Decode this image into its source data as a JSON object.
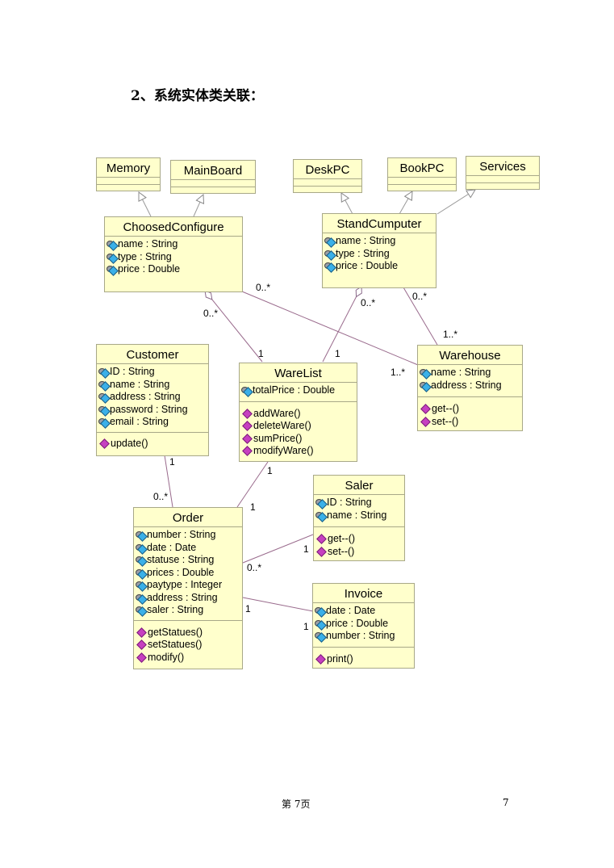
{
  "heading": "2、系统实体类关联：",
  "classes": {
    "memory": {
      "name": "Memory"
    },
    "mainboard": {
      "name": "MainBoard"
    },
    "deskpc": {
      "name": "DeskPC"
    },
    "bookpc": {
      "name": "BookPC"
    },
    "services": {
      "name": "Services"
    },
    "choosedconfigure": {
      "name": "ChoosedConfigure",
      "attributes": [
        "name : String",
        "type : String",
        "price : Double"
      ]
    },
    "standcumputer": {
      "name": "StandCumputer",
      "attributes": [
        "name : String",
        "type : String",
        "price : Double"
      ]
    },
    "customer": {
      "name": "Customer",
      "attributes": [
        "ID : String",
        "name : String",
        "address : String",
        "password : String",
        "email : String"
      ],
      "operations": [
        "update()"
      ]
    },
    "warelist": {
      "name": "WareList",
      "attributes": [
        "totalPrice : Double"
      ],
      "operations": [
        "addWare()",
        "deleteWare()",
        "sumPrice()",
        "modifyWare()"
      ]
    },
    "warehouse": {
      "name": "Warehouse",
      "attributes": [
        "name : String",
        "address : String"
      ],
      "operations": [
        "get--()",
        "set--()"
      ]
    },
    "order": {
      "name": "Order",
      "attributes": [
        "number : String",
        "date : Date",
        "statuse : String",
        "prices : Double",
        "paytype : Integer",
        "address : String",
        "saler : String"
      ],
      "operations": [
        "getStatues()",
        "setStatues()",
        "modify()"
      ]
    },
    "saler": {
      "name": "Saler",
      "attributes": [
        "ID : String",
        "name : String"
      ],
      "operations": [
        "get--()",
        "set--()"
      ]
    },
    "invoice": {
      "name": "Invoice",
      "attributes": [
        "date : Date",
        "price : Double",
        "number : String"
      ],
      "operations": [
        "print()"
      ]
    }
  },
  "multiplicities": {
    "cc_wh": "0..*",
    "cc_wl": "0..*",
    "wl_cc": "1",
    "wl_sc": "1",
    "sc_wl": "0..*",
    "sc_wh": "0..*",
    "wh_sc": "1..*",
    "wh_cc": "1..*",
    "cust_order": "1",
    "order_cust": "0..*",
    "wl_order": "1",
    "order_wl": "1",
    "saler_order": "1",
    "order_saler": "0..*",
    "order_invoice": "1",
    "invoice_order": "1"
  },
  "footer": {
    "page_label": "第 7页",
    "page_number": "7"
  }
}
